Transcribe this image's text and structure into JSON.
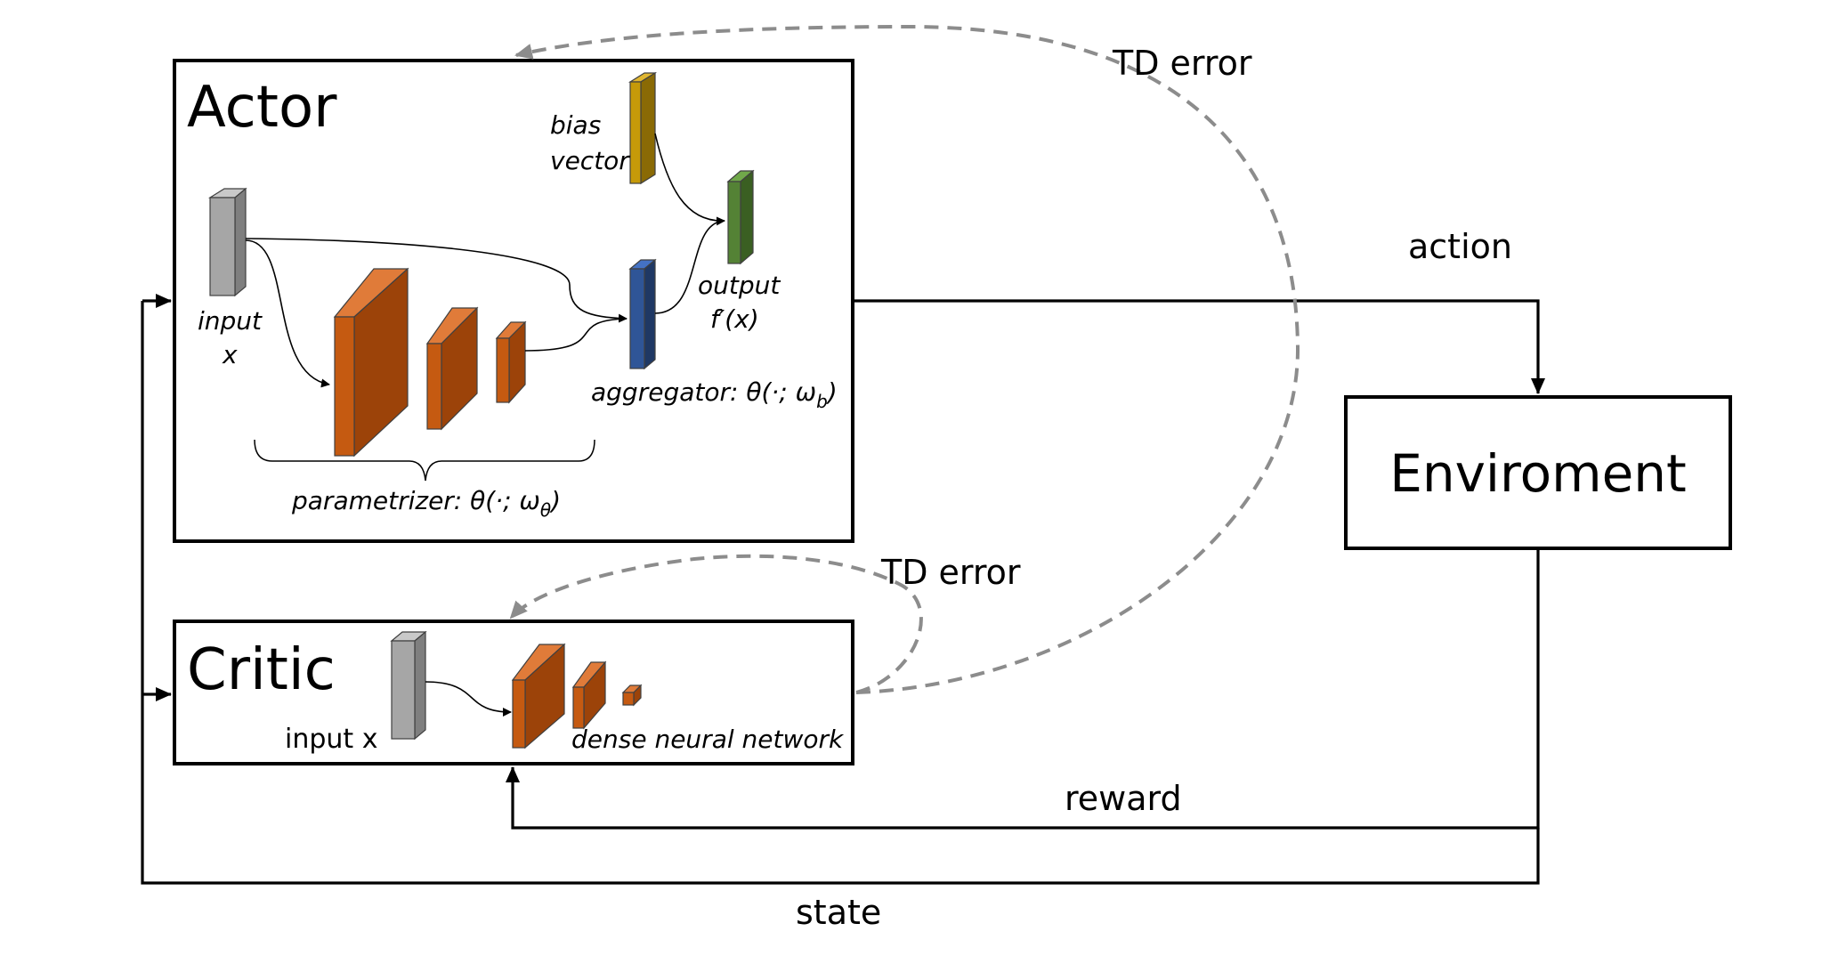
{
  "actor": {
    "title": "Actor",
    "bias_line1": "bias",
    "bias_line2": "vector",
    "input_line1": "input",
    "input_line2": "x",
    "output_line1": "output",
    "output_line2": "f′(x)",
    "aggregator_label": "aggregator: θ(·; ω",
    "aggregator_sub": "b",
    "aggregator_close": ")",
    "parametrizer_label": "parametrizer: θ(·; ω",
    "parametrizer_sub": "θ",
    "parametrizer_close": ")"
  },
  "critic": {
    "title": "Critic",
    "input_label": "input x",
    "network_label": "dense neural network"
  },
  "environment": {
    "title": "Enviroment"
  },
  "edges": {
    "td_error_top": "TD error",
    "td_error_bottom": "TD error",
    "action": "action",
    "reward": "reward",
    "state": "state"
  },
  "colors": {
    "input_block": "#a6a6a6",
    "bias_block": "#c69a09",
    "output_block": "#548235",
    "aggregator_block": "#2f5597",
    "parametrizer_block": "#c55a11",
    "td_error_arrow": "#8c8c8c"
  }
}
